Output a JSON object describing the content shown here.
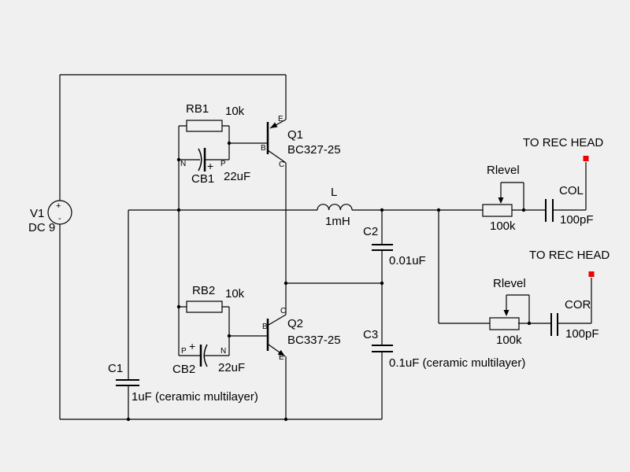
{
  "colors": {
    "background": "#f0f0f0",
    "wire": "#000000",
    "terminal_red": "#ee0000",
    "text": "#000000"
  },
  "supply": {
    "ref": "V1",
    "value": "DC 9",
    "plus": "+",
    "minus": "-"
  },
  "q1": {
    "ref": "Q1",
    "part": "BC327-25",
    "pin_e": "E",
    "pin_b": "B",
    "pin_c": "C"
  },
  "q2": {
    "ref": "Q2",
    "part": "BC337-25",
    "pin_e": "E",
    "pin_b": "B",
    "pin_c": "C"
  },
  "rb1": {
    "ref": "RB1",
    "value": "10k"
  },
  "rb2": {
    "ref": "RB2",
    "value": "10k"
  },
  "cb1": {
    "ref": "CB1",
    "value": "22uF",
    "pin_n": "N",
    "pin_p": "P",
    "polarity": "+"
  },
  "cb2": {
    "ref": "CB2",
    "value": "22uF",
    "pin_n": "N",
    "pin_p": "P",
    "polarity": "+"
  },
  "l1": {
    "ref": "L",
    "value": "1mH"
  },
  "c1": {
    "ref": "C1",
    "value": "1uF (ceramic multilayer)"
  },
  "c2": {
    "ref": "C2",
    "value": "0.01uF"
  },
  "c3": {
    "ref": "C3",
    "value": "0.1uF (ceramic multilayer)"
  },
  "pot_top": {
    "ref": "Rlevel",
    "value": "100k"
  },
  "pot_bottom": {
    "ref": "Rlevel",
    "value": "100k"
  },
  "col": {
    "ref": "COL",
    "value": "100pF"
  },
  "cor": {
    "ref": "COR",
    "value": "100pF"
  },
  "terminal_top": {
    "label": "TO REC HEAD"
  },
  "terminal_bottom": {
    "label": "TO REC HEAD"
  }
}
